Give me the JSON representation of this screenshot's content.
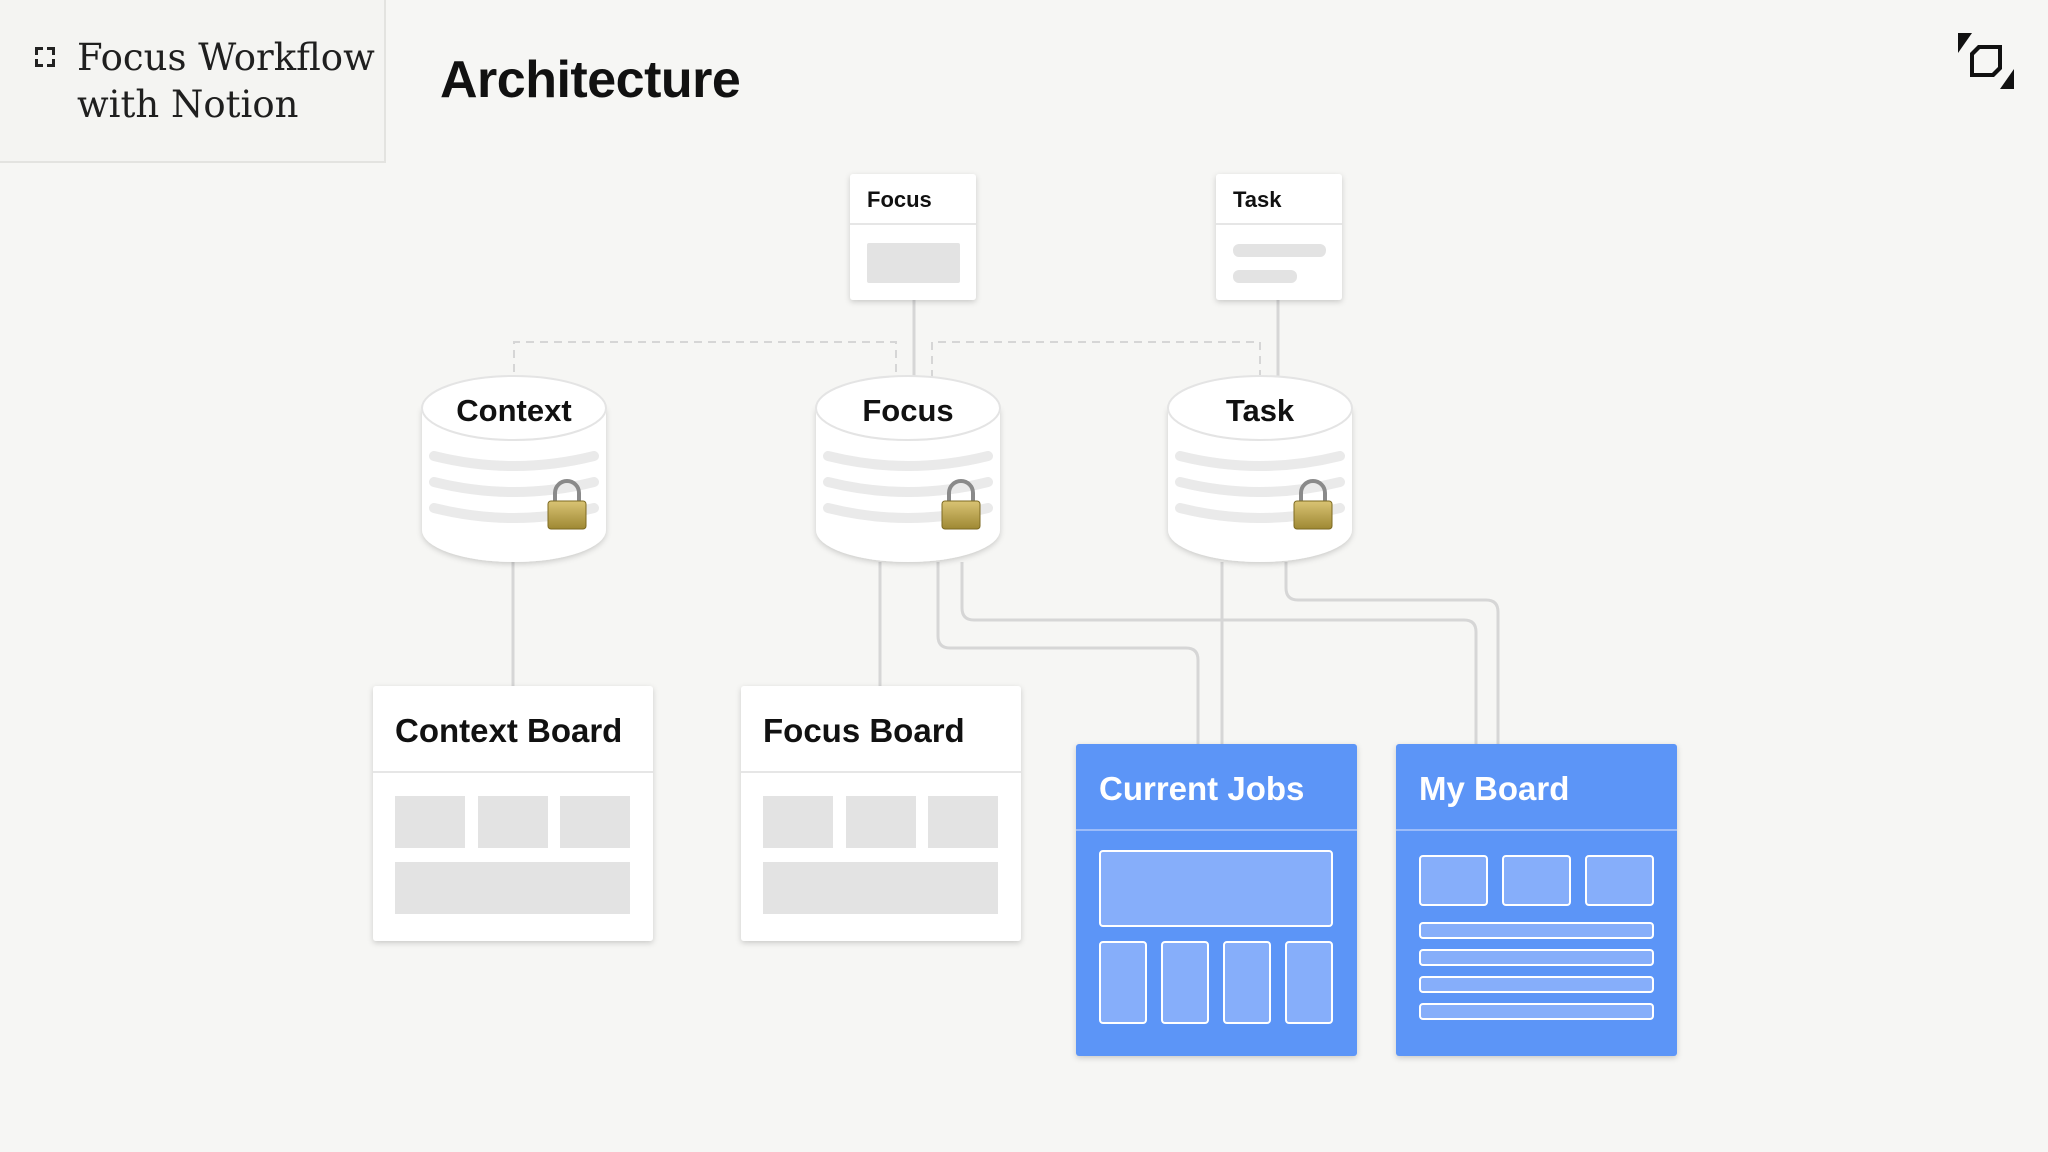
{
  "brand": {
    "line1": "Focus Workflow",
    "line2": "with Notion",
    "icon": "notion-bracket-icon"
  },
  "page": {
    "title": "Architecture",
    "logo": "notion-cube-logo"
  },
  "templates": [
    {
      "label": "Focus"
    },
    {
      "label": "Task"
    }
  ],
  "databases": [
    {
      "label": "Context",
      "icon": "lock-icon"
    },
    {
      "label": "Focus",
      "icon": "lock-icon"
    },
    {
      "label": "Task",
      "icon": "lock-icon"
    }
  ],
  "boards": [
    {
      "label": "Context Board"
    },
    {
      "label": "Focus Board"
    },
    {
      "label": "Current Jobs"
    },
    {
      "label": "My Board"
    }
  ],
  "colors": {
    "accent_blue": "#5b95f7",
    "inner_blue": "#86aefa",
    "line": "#d6d6d6",
    "background": "#f6f6f4"
  }
}
